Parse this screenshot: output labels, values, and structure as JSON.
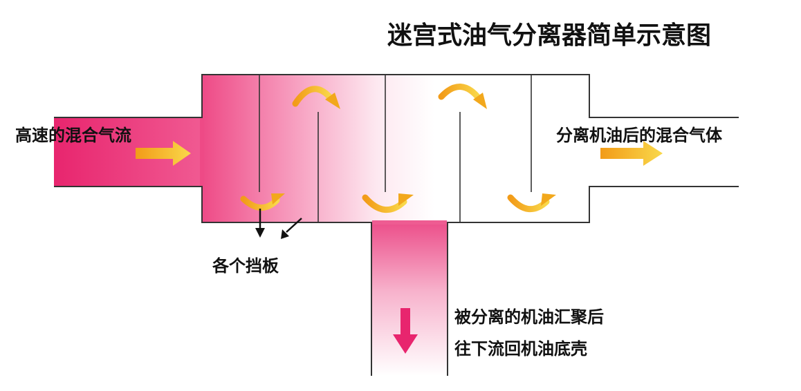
{
  "title": "迷宫式油气分离器简单示意图",
  "labels": {
    "inlet": "高速的混合气流",
    "outlet": "分离机油后的混合气体",
    "baffles": "各个挡板",
    "drain_line1": "被分离的机油汇聚后",
    "drain_line2": "往下流回机油底壳"
  },
  "colors": {
    "pink": "#e8256e",
    "light_pink": "#fbe3ec",
    "arrow_orange": "#f2a81c",
    "arrow_yellow": "#f9dc4a",
    "outline": "#333333"
  }
}
